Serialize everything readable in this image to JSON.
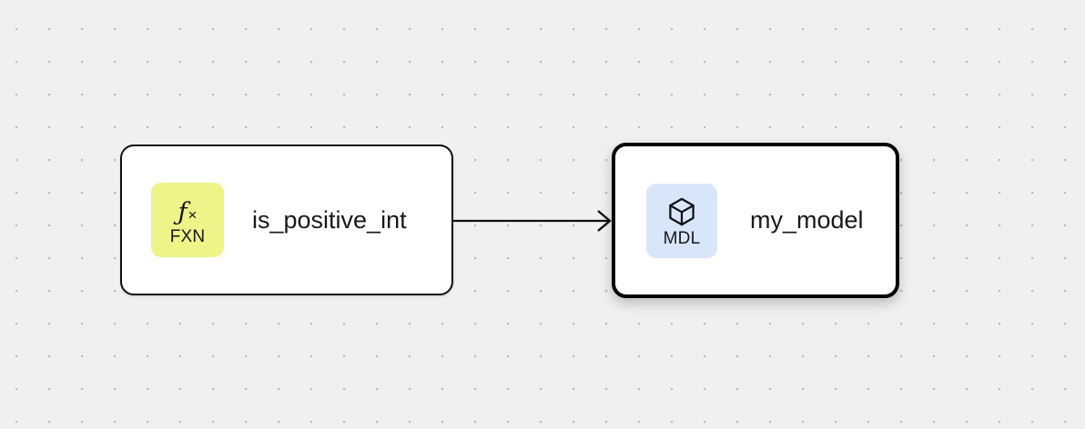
{
  "canvas": {
    "background_color": "#f0f0f0",
    "dot_color": "#b8b8ba",
    "grid_spacing": "36"
  },
  "graph": {
    "nodes": [
      {
        "id": "is_positive_int",
        "title": "is_positive_int",
        "badge_label": "FXN",
        "badge_glyph": "fx",
        "badge_glyph_icon": "function-fx-icon",
        "badge_color": "#eff388",
        "selected": false,
        "border_color": "#0e0e10"
      },
      {
        "id": "my_model",
        "title": "my_model",
        "badge_label": "MDL",
        "badge_glyph": "",
        "badge_glyph_icon": "cube-icon",
        "badge_color": "#d8e6f9",
        "selected": true,
        "border_color": "#000000"
      }
    ],
    "edges": [
      {
        "id": "edge-1",
        "source": "is_positive_int",
        "target": "my_model",
        "color": "#111114",
        "arrowhead": "open-chevron"
      }
    ]
  }
}
